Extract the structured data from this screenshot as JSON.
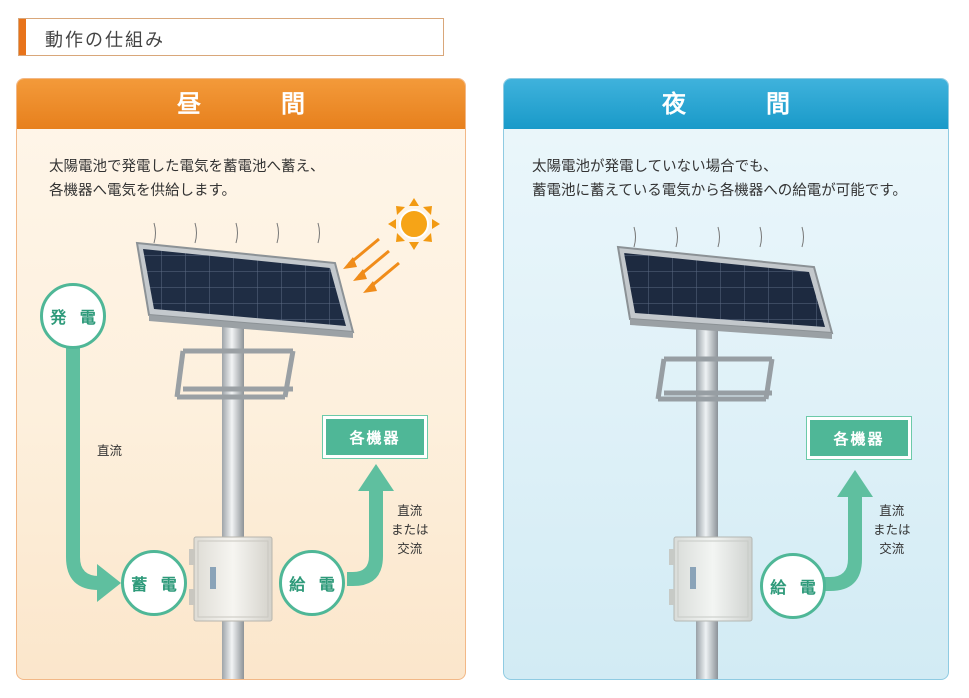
{
  "section": {
    "title": "動作の仕組み"
  },
  "day": {
    "title": "昼　間",
    "description_lines": [
      "太陽電池で発電した電気を蓄電池へ蓄え、",
      "各機器へ電気を供給します。"
    ],
    "generation_label": "発 電",
    "storage_label": "蓄 電",
    "supply_label": "給 電",
    "devices_label": "各機器",
    "dc_label": "直流",
    "output_lines": [
      "直流",
      "または",
      "交流"
    ]
  },
  "night": {
    "title": "夜　間",
    "description_lines": [
      "太陽電池が発電していない場合でも、",
      "蓄電池に蓄えている電気から各機器への給電が可能です。"
    ],
    "supply_label": "給 電",
    "devices_label": "各機器",
    "output_lines": [
      "直流",
      "または",
      "交流"
    ]
  },
  "colors": {
    "day_header": "#e8801e",
    "night_header": "#1f9dcb",
    "flow_green": "#4fb797",
    "sun": "#f29a12"
  }
}
